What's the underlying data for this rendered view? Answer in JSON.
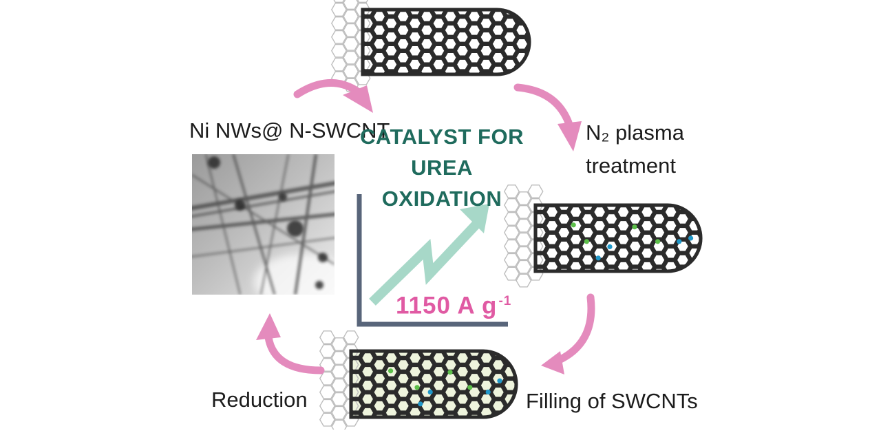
{
  "center": {
    "title_line1": "CATALYST FOR",
    "title_line2": "UREA OXIDATION",
    "metric_value": "1150 A g",
    "metric_exponent": "-1"
  },
  "steps": {
    "top_left_label": "Ni NWs@ N-SWCNT",
    "plasma_line1": "N₂ plasma",
    "plasma_line2": "treatment",
    "filling_label": "Filling of SWCNTs",
    "reduction_label": "Reduction"
  },
  "colors": {
    "arrow_pink": "#e48bbd",
    "title_green": "#1f6b5d",
    "metric_pink": "#e05aa3",
    "trend_arrow": "#a7d8c8",
    "axis_slate": "#58657a",
    "nanotube_dark": "#2b2b2b",
    "nanotube_fill": "#eef4dd",
    "nitrogen_green": "#5cbf4a",
    "nitrogen_blue": "#1f97c9"
  }
}
